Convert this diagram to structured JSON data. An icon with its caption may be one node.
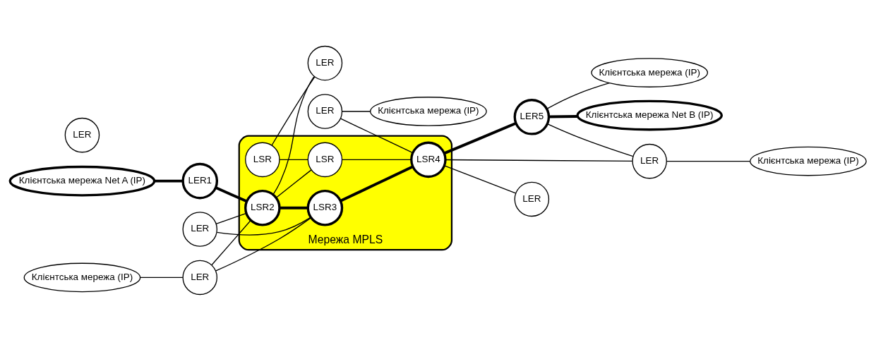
{
  "diagram": {
    "nodes": [
      {
        "text": [
          "Мережа MPLS"
        ]
      },
      {
        "text": [
          "Клієнтська мережа (IP)"
        ]
      },
      {
        "text": [
          "Клієнтська мережа Net A (IP)"
        ]
      },
      {
        "text": [
          "Клієнтська мережа (IP)"
        ]
      },
      {
        "text": [
          "Клієнтська мережа Net B (IP)"
        ]
      },
      {
        "text": [
          "Клієнтська мережа (IP)"
        ]
      },
      {
        "text": [
          "Клієнтська мережа (IP)"
        ]
      },
      {
        "text": [
          "LER"
        ]
      },
      {
        "text": [
          "LER"
        ]
      },
      {
        "text": [
          "LER"
        ]
      },
      {
        "text": [
          "LER1"
        ]
      },
      {
        "text": [
          "LSR2"
        ],
        "in": 0
      },
      {
        "text": [
          "LSR3"
        ],
        "in": 0
      },
      {
        "text": [
          "LSR4"
        ],
        "in": 0
      },
      {
        "text": [
          "LER5"
        ]
      },
      {
        "text": [
          "LSR"
        ],
        "in": 0
      },
      {
        "text": [
          "LSR"
        ],
        "in": 0
      },
      {
        "text": [
          "LER"
        ]
      },
      {
        "text": [
          "LER"
        ]
      },
      {
        "text": [
          "LER"
        ]
      },
      {
        "text": [
          "LER"
        ]
      }
    ],
    "edges": [
      {
        "from": 1,
        "to": 7,
        "arrow": "none"
      },
      {
        "from": 7,
        "to": 12,
        "arrow": "none"
      },
      {
        "from": 7,
        "to": 11,
        "arrow": "none"
      },
      {
        "from": 8,
        "to": 11,
        "arrow": "none"
      },
      {
        "from": 8,
        "to": 12,
        "arrow": "none"
      },
      {
        "from": 2,
        "to": 10,
        "arrow": "none",
        "style": "thick"
      },
      {
        "from": 10,
        "to": 11,
        "arrow": "none",
        "style": "thick"
      },
      {
        "from": 11,
        "to": 12,
        "arrow": "none",
        "style": "thick"
      },
      {
        "from": 11,
        "to": 15,
        "arrow": "none"
      },
      {
        "from": 11,
        "to": 17,
        "arrow": "none"
      },
      {
        "from": 12,
        "to": 13,
        "arrow": "none",
        "style": "thick"
      },
      {
        "from": 9,
        "to": 3,
        "arrow": "none"
      },
      {
        "from": 9,
        "to": 13,
        "arrow": "none"
      },
      {
        "from": 13,
        "to": 14,
        "arrow": "none",
        "style": "thick"
      },
      {
        "from": 14,
        "to": 4,
        "arrow": "none",
        "style": "thick"
      },
      {
        "from": 14,
        "to": 5,
        "arrow": "none"
      },
      {
        "from": 14,
        "to": 20,
        "arrow": "none"
      },
      {
        "from": 15,
        "to": 13,
        "arrow": "none"
      },
      {
        "from": 16,
        "to": 15,
        "arrow": "none"
      },
      {
        "from": 17,
        "to": 16,
        "arrow": "none"
      },
      {
        "from": 13,
        "to": 19,
        "arrow": "none"
      },
      {
        "from": 13,
        "to": 20,
        "arrow": "none"
      },
      {
        "from": 20,
        "to": 6,
        "arrow": "none"
      }
    ]
  }
}
